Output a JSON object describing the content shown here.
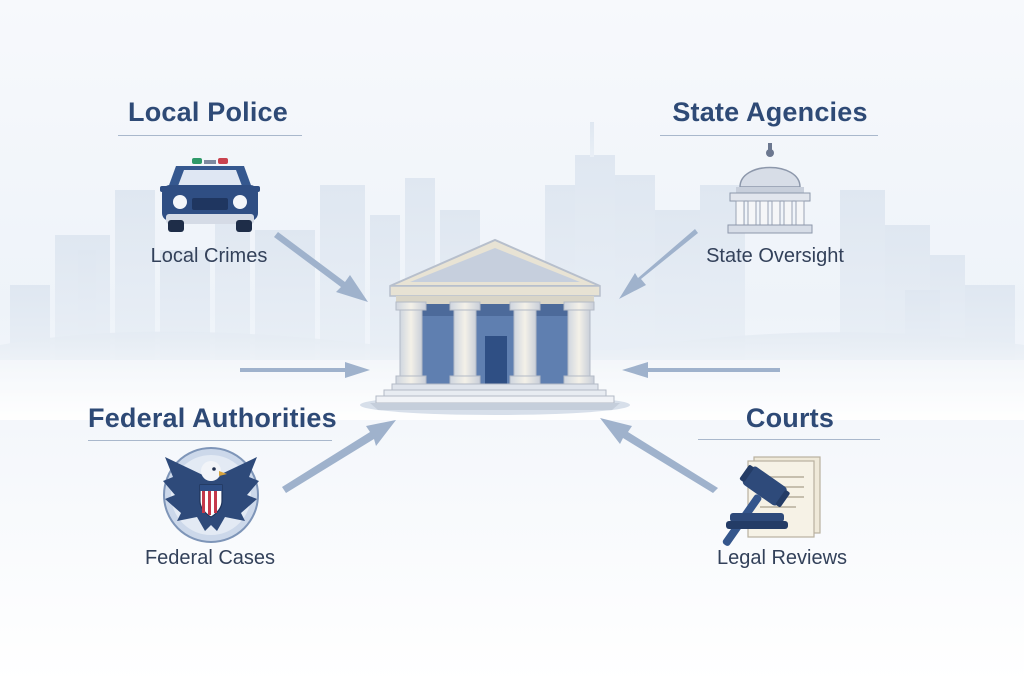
{
  "center": {
    "icon": "bank-building-icon"
  },
  "nodes": {
    "local_police": {
      "title": "Local Police",
      "caption": "Local Crimes",
      "icon": "police-car-icon"
    },
    "state_agencies": {
      "title": "State Agencies",
      "caption": "State Oversight",
      "icon": "capitol-dome-icon"
    },
    "federal": {
      "title": "Federal Authorities",
      "caption": "Federal Cases",
      "icon": "eagle-seal-icon"
    },
    "courts": {
      "title": "Courts",
      "caption": "Legal Reviews",
      "icon": "gavel-icon"
    }
  },
  "colors": {
    "title": "#2e4a76",
    "caption": "#33415a",
    "arrow": "#9fb2cc",
    "skyline": "#d9e2ee",
    "column": "#e9e4d6",
    "accent_blue": "#34568f",
    "shield_red": "#c4384b"
  }
}
